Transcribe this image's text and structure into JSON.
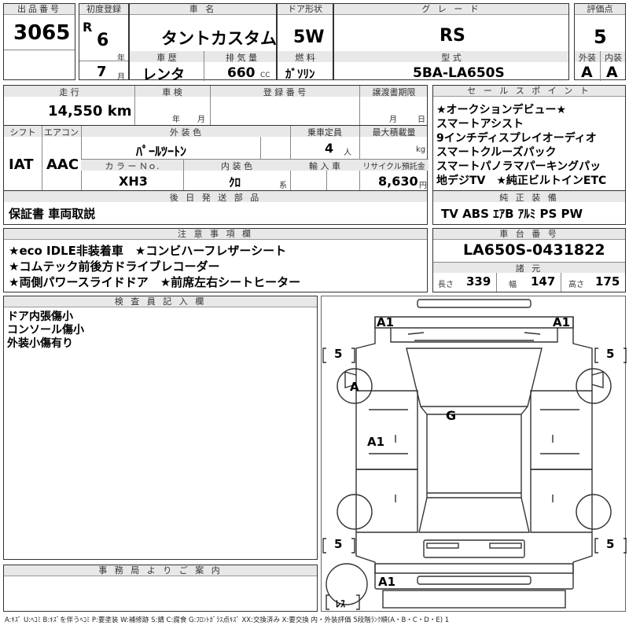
{
  "header": {
    "lot_label": "出品番号",
    "lot_number": "3065",
    "first_reg_label": "初度登録",
    "era": "R",
    "reg_year": "6",
    "year_unit": "年",
    "reg_month": "7",
    "month_unit": "月",
    "car_name_label": "車 名",
    "car_name": "タントカスタム",
    "history_label": "車 歴",
    "history": "レンタ",
    "displacement_label": "排 気 量",
    "displacement": "660",
    "cc_unit": "CC",
    "door_label": "ドア形状",
    "door": "5W",
    "fuel_label": "燃 料",
    "fuel": "ｶﾞｿﾘﾝ",
    "grade_label": "グ レ ー ド",
    "grade": "RS",
    "model_label": "型 式",
    "model": "5BA-LA650S",
    "score_label": "評価点",
    "score": "5",
    "ext_label": "外装",
    "ext_score": "A",
    "int_label": "内装",
    "int_score": "A"
  },
  "mid": {
    "mileage_label": "走 行",
    "mileage": "14,550 km",
    "inspection_label": "車 検",
    "year_unit": "年",
    "month_unit": "月",
    "reg_no_label": "登 録 番 号",
    "deadline_label": "譲渡書期限",
    "deadline_month_unit": "月",
    "deadline_day_unit": "日",
    "shift_label": "シフト",
    "shift": "IAT",
    "aircon_label": "エアコン",
    "aircon": "AAC",
    "ext_color_label": "外 装 色",
    "ext_color": "ﾊﾟｰﾙﾂｰﾄﾝ",
    "capacity_label": "乗車定員",
    "capacity": "4",
    "capacity_unit": "人",
    "load_label": "最大積載量",
    "load_unit": "kg",
    "color_no_label": "カ ラ ー Ｎｏ.",
    "color_no": "XH3",
    "int_color_label": "内 装 色",
    "int_color": "ｸﾛ",
    "int_color_unit": "系",
    "import_label": "輸 入 車",
    "recycle_label": "リサイクル預託金",
    "recycle": "8,630",
    "recycle_unit": "円",
    "later_label": "後 日 発 送 部 品",
    "later_items": "保証書 車両取説"
  },
  "sales": {
    "label": "セ ー ル ス ポ イ ン ト",
    "lines": [
      "★オークションデビュー★",
      "スマートアシスト",
      "9インチディスプレイオーディオ",
      "スマートクルーズパック",
      "スマートパノラマパーキングパッ",
      "地デジTV　★純正ビルトインETC"
    ],
    "equip_label": "純 正 装 備",
    "equip": "TV ABS ｴｱB ｱﾙﾐ PS PW"
  },
  "notes": {
    "label": "注 意 事 項 欄",
    "lines": [
      "★eco IDLE非装着車　★コンビハーフレザーシート",
      "★コムテック前後方ドライブレコーダー",
      "★両側パワースライドドア　★前席左右シートヒーター"
    ]
  },
  "chassis": {
    "label": "車 台 番 号",
    "value": "LA650S-0431822",
    "spec_label": "諸 元",
    "length_label": "長さ",
    "length": "339",
    "width_label": "幅",
    "width": "147",
    "height_label": "高さ",
    "height": "175"
  },
  "inspector": {
    "label": "検 査 員 記 入 欄",
    "lines": [
      "ドア内張傷小",
      "コンソール傷小",
      "外装小傷有り"
    ]
  },
  "office": {
    "label": "事 務 局 よ り ご 案 内"
  },
  "diagram": {
    "marks": {
      "front_left": "A1",
      "front_right": "A1",
      "tire_fl": "5",
      "tire_fr": "5",
      "tire_rl": "5",
      "tire_rr": "5",
      "front_bumper_corner": "A",
      "windshield": "G",
      "left_door": "A1",
      "rear_left": "A1",
      "spare": "ﾚｽ"
    }
  },
  "legend": "A:ｷｽﾞ U:ﾍｺﾐ B:ｷｽﾞを伴うﾍｺﾐ P:要塗装 W:補修跡 S:錆 C:腐食 G:ﾌﾛﾝﾄｶﾞﾗｽ点ｷｽﾞ XX:交換済み X:要交換 内・外装評価 5段階ﾗﾝｸ順(A・B・C・D・E) 1"
}
